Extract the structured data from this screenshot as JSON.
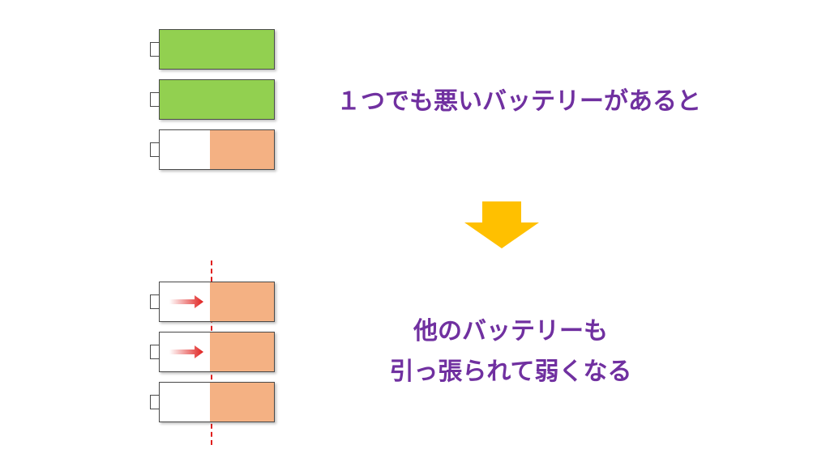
{
  "top_caption": "１つでも悪いバッテリーがあると",
  "bottom_caption": {
    "line1": "他のバッテリーも",
    "line2": "引っ張られて弱くなる"
  },
  "colors": {
    "good": "#92d050",
    "weak": "#f4b183",
    "text": "#7030a0",
    "down_arrow": "#ffc000",
    "divider": "#e0201e",
    "pull_arrow": "#e0201e"
  },
  "batteries_before": [
    {
      "charge": 1.0,
      "color": "good"
    },
    {
      "charge": 1.0,
      "color": "good"
    },
    {
      "charge": 0.56,
      "color": "weak"
    }
  ],
  "batteries_after": [
    {
      "charge": 0.56,
      "color": "weak",
      "pull_arrow": true
    },
    {
      "charge": 0.56,
      "color": "weak",
      "pull_arrow": true
    },
    {
      "charge": 0.56,
      "color": "weak",
      "pull_arrow": false
    }
  ],
  "icons": {
    "down_arrow": "down-arrow-icon",
    "pull_arrow": "right-arrow-icon"
  }
}
